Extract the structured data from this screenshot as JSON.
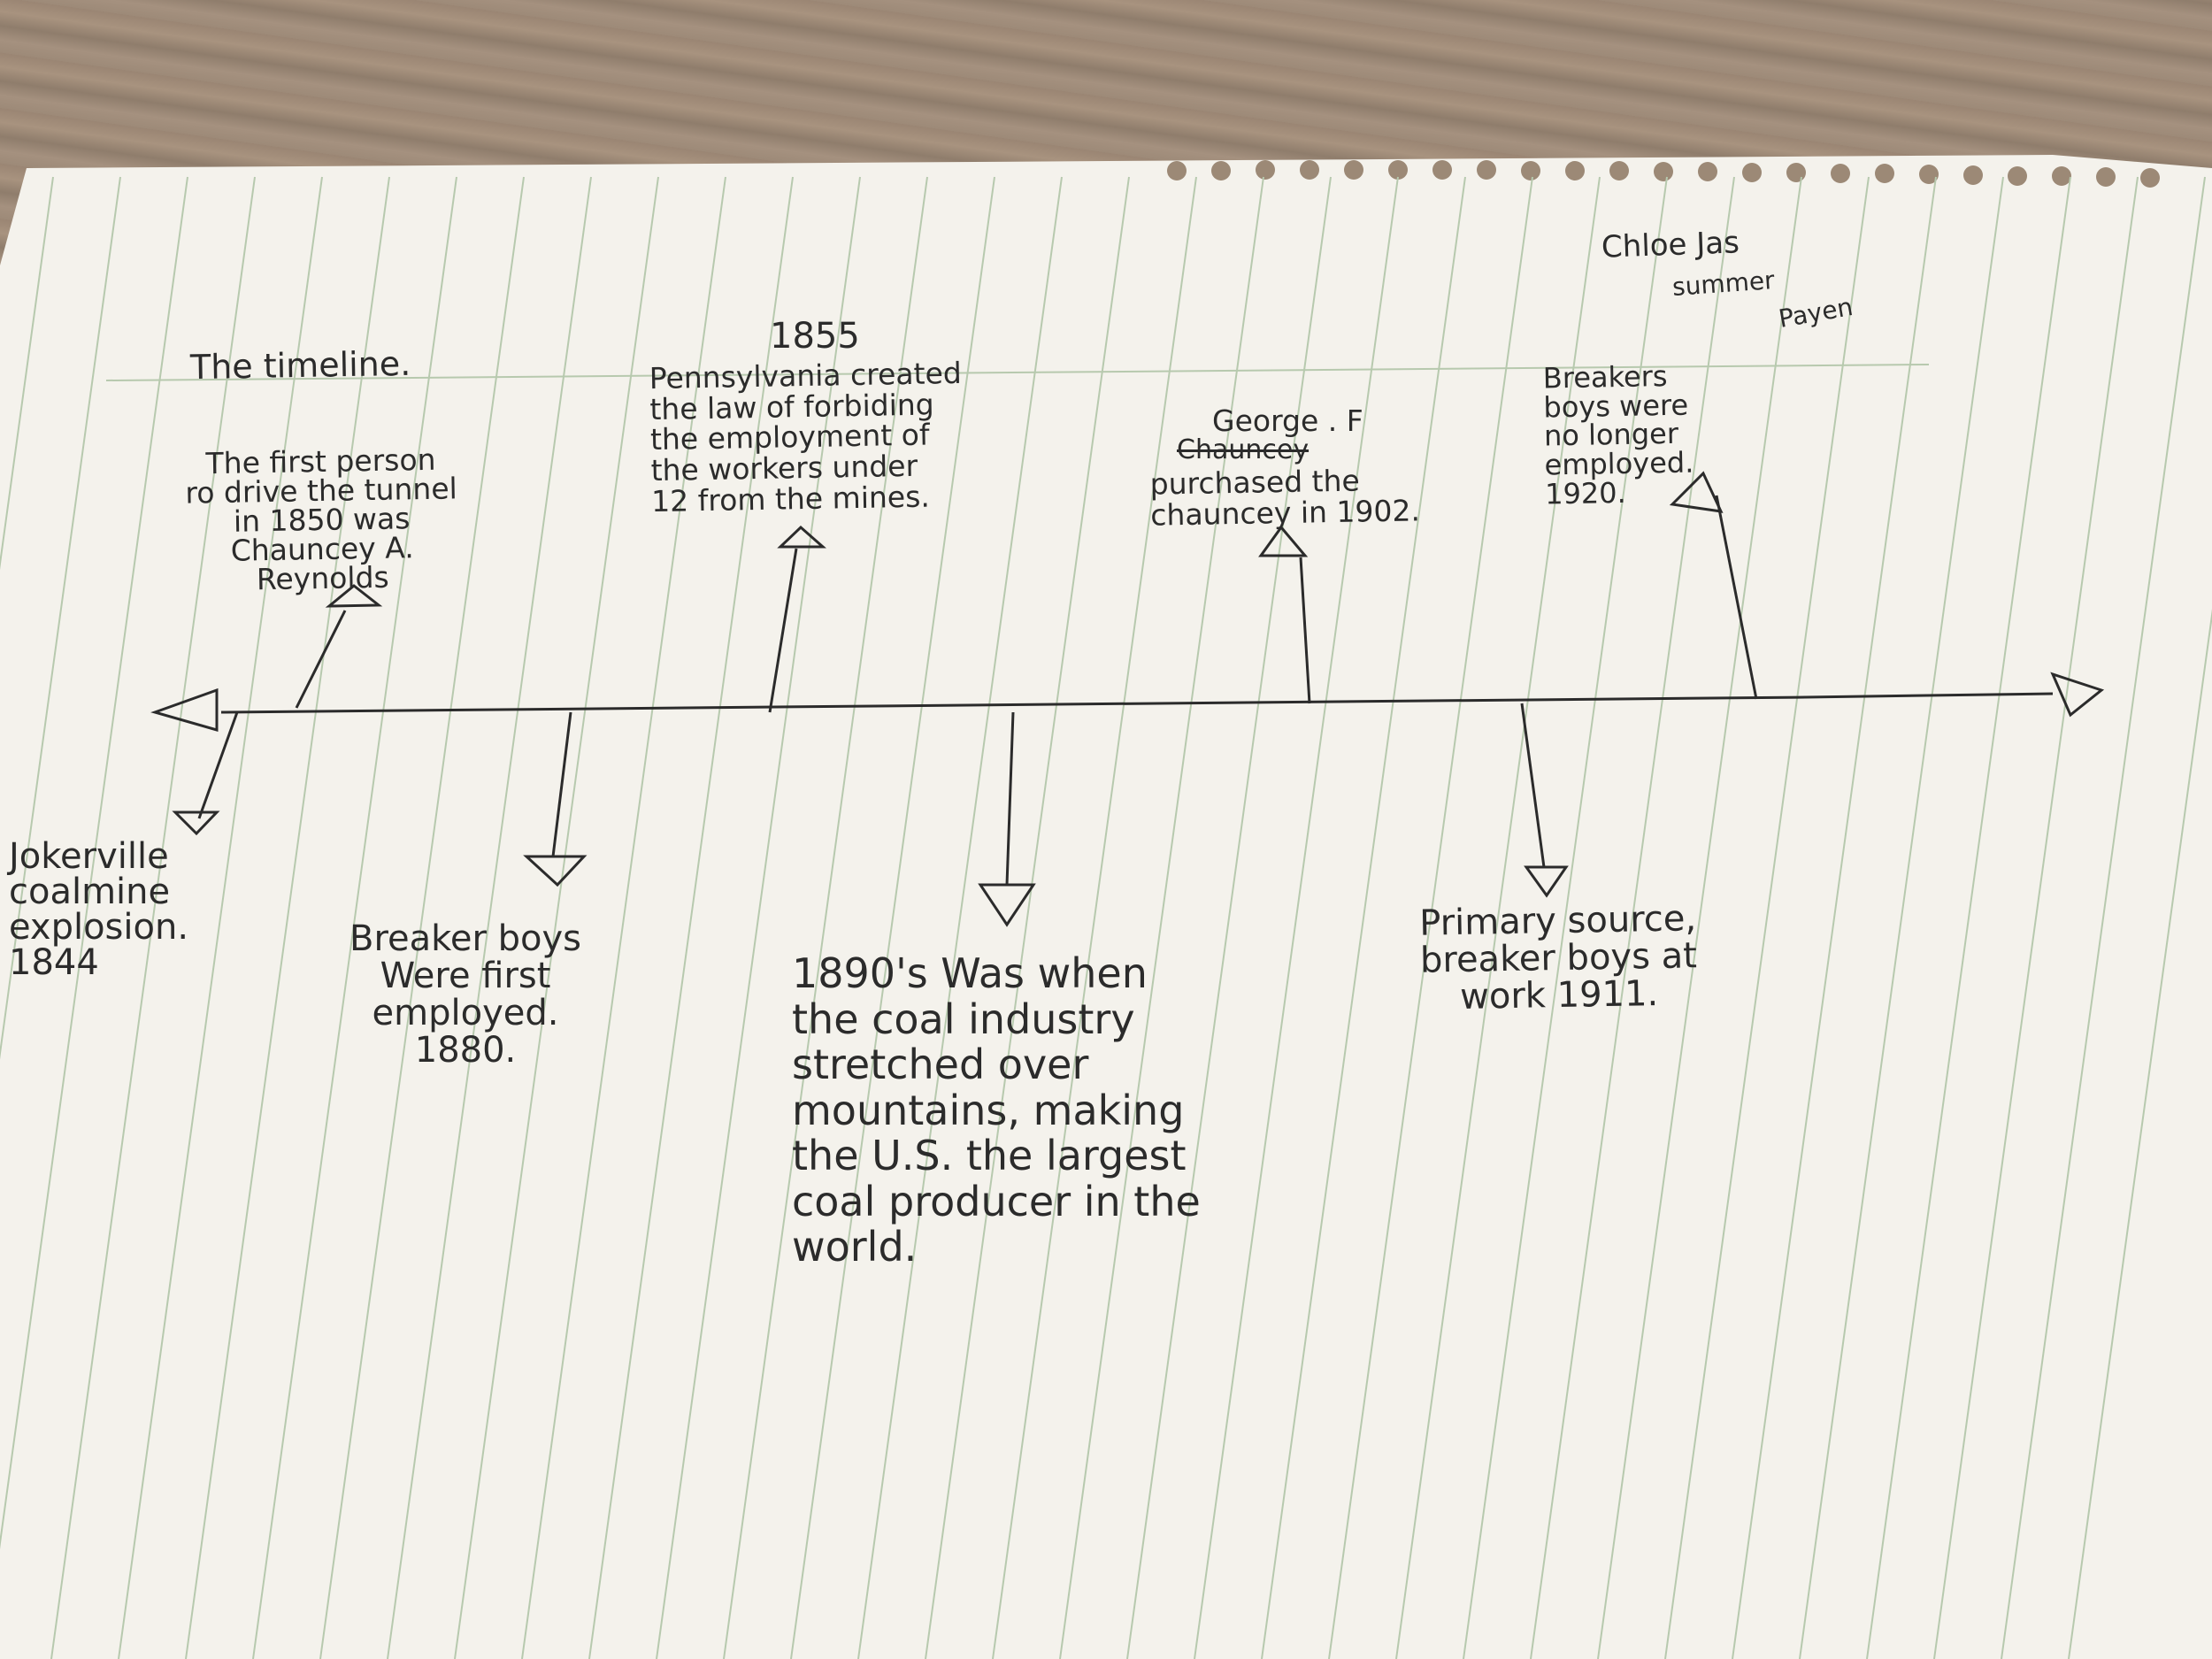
{
  "page": {
    "title": "The timeline.",
    "author": "Chloe Jas",
    "author_note": "summer",
    "author_note2": "Payen"
  },
  "above": [
    {
      "text": "The first person\nro drive the tunnel\nin 1850 was\nChauncey A.\nReynolds"
    },
    {
      "text": "1855"
    },
    {
      "text": "Pennsylvania created\nthe law of forbiding\nthe employment of\nthe workers under\n12 from the mines."
    },
    {
      "text": "George . F"
    },
    {
      "text": "Chauncey",
      "struck": true
    },
    {
      "text": "purchased the\nchauncey in 1902."
    },
    {
      "text": "Breakers\nboys were\nno longer\nemployed.\n1920."
    }
  ],
  "below": [
    {
      "text": "Jokerville\ncoalmine\nexplosion.\n1844"
    },
    {
      "text": "Breaker boys\nWere first\nemployed.\n1880."
    },
    {
      "text": "1890's Was when\nthe coal industry\nstretched over\nmountains, making\nthe U.S. the largest\ncoal producer in the\nworld."
    },
    {
      "text": "Primary source,\nbreaker boys at\nwork 1911."
    }
  ],
  "colors": {
    "paper": "#f4f2ec",
    "rule": "#b7c9ae",
    "ink": "#2b2b2b",
    "table": "#9c8976"
  }
}
